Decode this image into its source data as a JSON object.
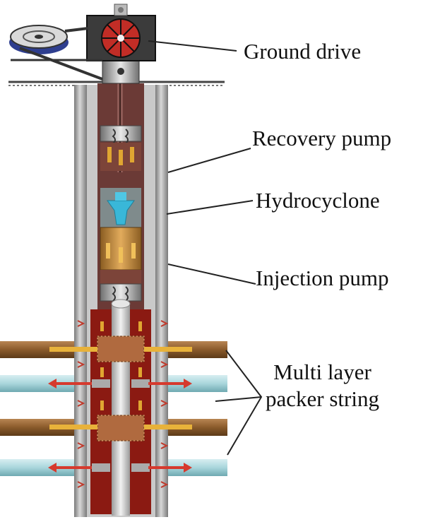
{
  "labels": {
    "ground_drive": "Ground drive",
    "recovery_pump": "Recovery pump",
    "hydrocyclone": "Hydrocyclone",
    "injection_pump": "Injection pump",
    "packer_line1": "Multi layer",
    "packer_line2": "packer string"
  },
  "colors": {
    "casing": "#8e8e8e",
    "tubing_interior": "#6b3a36",
    "pump_stage": "#c7934a",
    "hydrocyclone": "#39b7d8",
    "oil_layer": "#8a5a2b",
    "water_layer": "#aad6dc",
    "packer_red": "#8b1a12",
    "drive_fan": "#c22d26"
  },
  "icons": [
    "ground-drive-motor-icon",
    "pulley-icon"
  ]
}
